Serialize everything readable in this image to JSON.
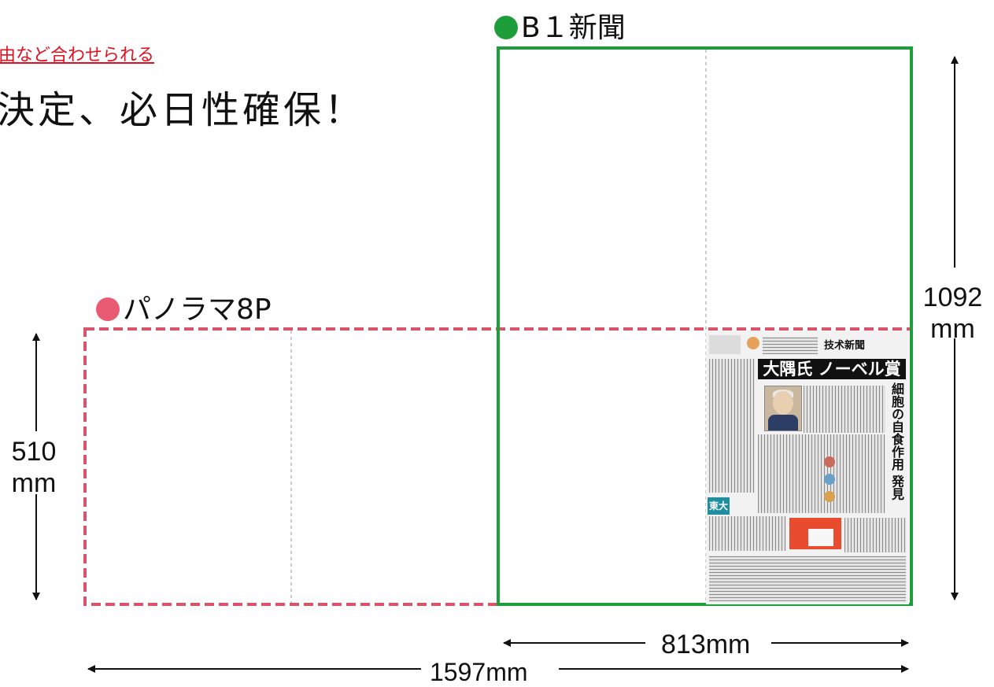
{
  "top_link": "由など合わせられる",
  "headline": "決定、必日性確保！",
  "b1": {
    "label": "B１新聞",
    "color": "#1e9e3a",
    "height_label": "1092",
    "height_unit": "mm",
    "width_label": "813mm"
  },
  "panorama": {
    "label": "パノラマ8P",
    "color": "#e85b73",
    "height_label": "510",
    "height_unit": "mm",
    "width_label": "1597mm"
  },
  "newspaper": {
    "masthead": "技术新聞",
    "headline": "大隅氏 ノーベル賞",
    "subhead": "細胞の自食作用 発見",
    "badge": "東大"
  }
}
